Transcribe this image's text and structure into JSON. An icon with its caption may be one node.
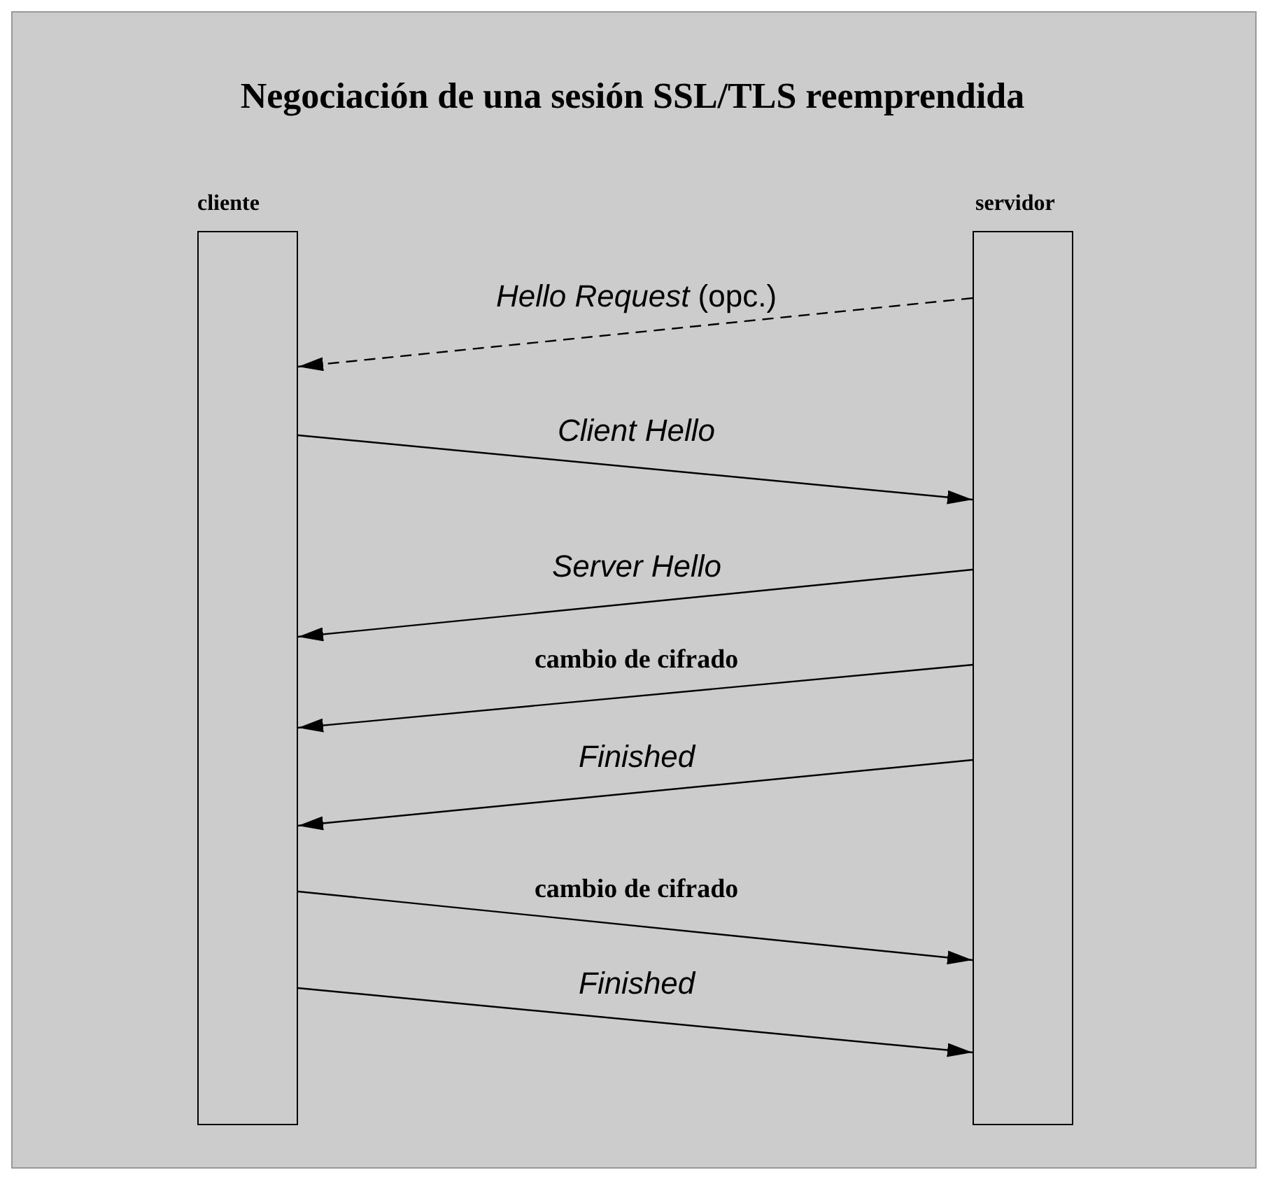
{
  "diagram": {
    "title": "Negociación de una sesión SSL/TLS reemprendida",
    "nodes": [
      {
        "text": [
          "cliente"
        ]
      },
      {
        "text": [
          "servidor"
        ]
      }
    ],
    "edges": [
      {
        "from": 1,
        "to": 0,
        "arrow": "to",
        "label": "*Hello Request* (opc.)",
        "style": "dashed"
      },
      {
        "from": 0,
        "to": 1,
        "arrow": "to",
        "label": "Client Hello"
      },
      {
        "from": 1,
        "to": 0,
        "arrow": "to",
        "label": "Server Hello"
      },
      {
        "from": 1,
        "to": 0,
        "arrow": "to",
        "label": "cambio de cifrado"
      },
      {
        "from": 1,
        "to": 0,
        "arrow": "to",
        "label": "Finished"
      },
      {
        "from": 0,
        "to": 1,
        "arrow": "to",
        "label": "cambio de cifrado"
      },
      {
        "from": 0,
        "to": 1,
        "arrow": "to",
        "label": "Finished"
      }
    ]
  }
}
